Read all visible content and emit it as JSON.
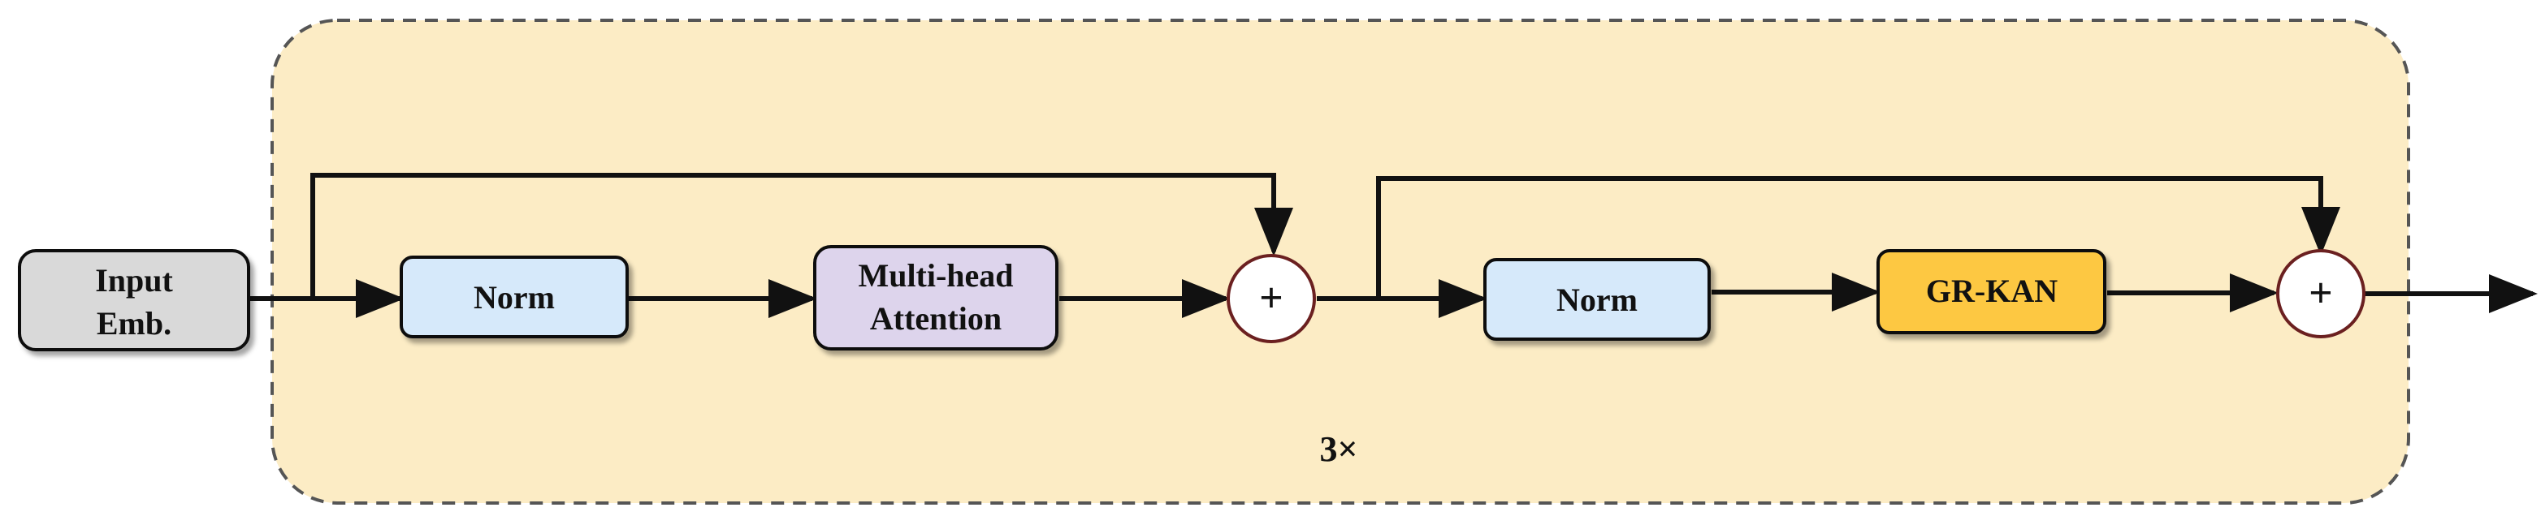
{
  "colors": {
    "container_fill": "#fcecc5",
    "container_border": "#555555",
    "input_fill": "#d9d9d9",
    "norm_fill": "#d6e9fa",
    "attention_fill": "#ddd4ec",
    "grkan_fill": "#fdc843",
    "add_border": "#6b2020",
    "arrow": "#111111"
  },
  "blocks": {
    "input_line1": "Input",
    "input_line2": "Emb.",
    "norm1": "Norm",
    "attention_line1": "Multi-head",
    "attention_line2": "Attention",
    "norm2": "Norm",
    "grkan": "GR-KAN"
  },
  "add_symbol": "+",
  "repeat_label": "3×",
  "icons": {
    "add1": "plus-circle-icon",
    "add2": "plus-circle-icon"
  }
}
